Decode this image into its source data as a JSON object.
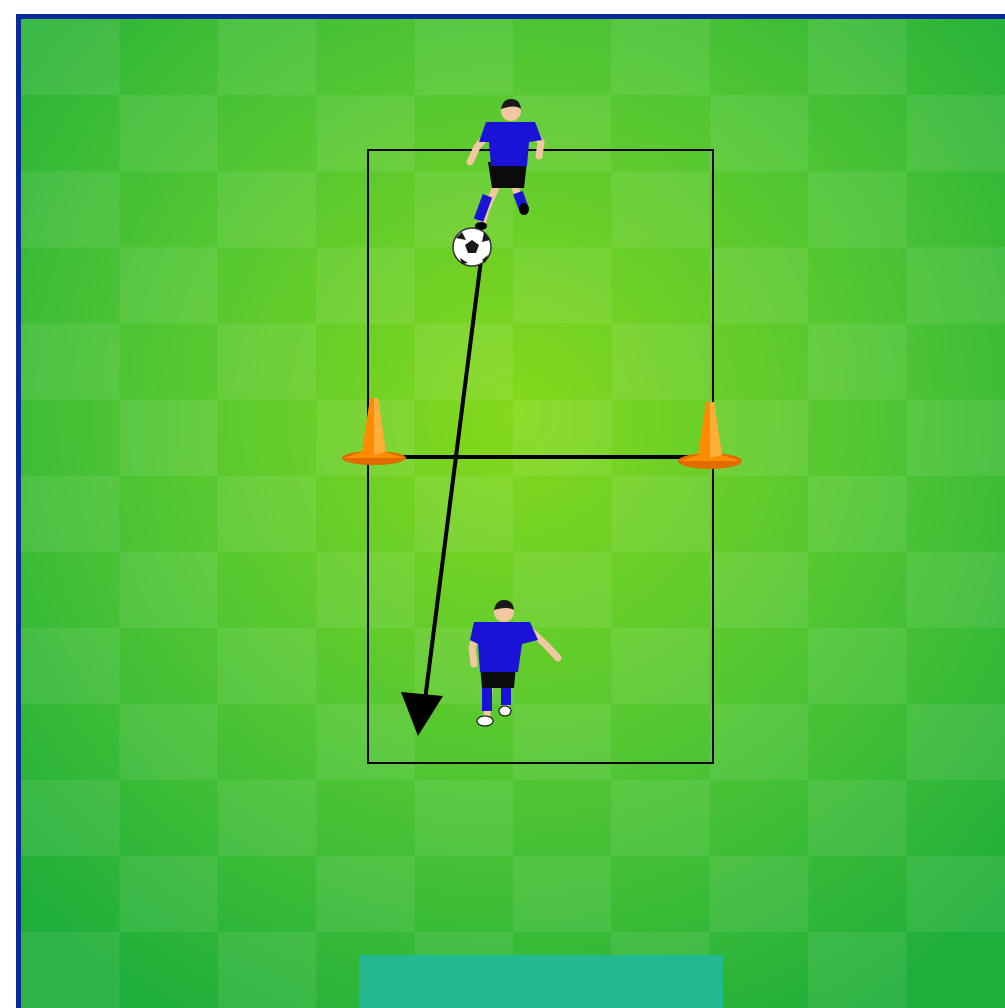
{
  "diagram": {
    "elements": [
      "outer-frame",
      "pitch-background",
      "drill-area-rectangle",
      "midline-between-cones",
      "left-cone",
      "right-cone",
      "top-player",
      "soccer-ball",
      "pass-arrow",
      "bottom-player",
      "footer-bar"
    ]
  },
  "colors": {
    "frame": "#0b2a9a",
    "grass_light": "#7ed957",
    "grass_mid": "#56c33f",
    "grass_dark": "#2fb23a",
    "cone": "#ff8c00",
    "cone_shadow": "#e06b00",
    "jersey": "#1b12d8",
    "shorts": "#0b0b0b",
    "skin": "#f2c8a2",
    "hair": "#1a1a1a",
    "arrow": "#000000",
    "footer": "#22b890"
  },
  "icons": {
    "cone": "traffic-cone-icon",
    "ball": "soccer-ball-icon",
    "player": "player-icon"
  }
}
